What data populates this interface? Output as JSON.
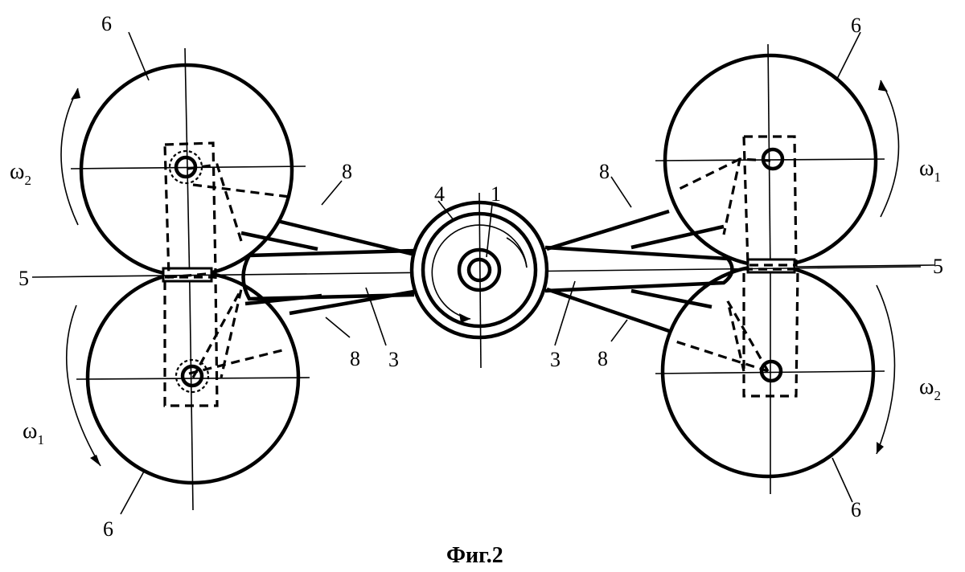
{
  "labels": {
    "rotor": "6",
    "hub": "4",
    "shaft": "1",
    "beam": "3",
    "joint": "5",
    "strut": "8"
  },
  "omega": {
    "symbol": "ω",
    "sub1": "1",
    "sub2": "2"
  },
  "caption": "Фиг.2"
}
